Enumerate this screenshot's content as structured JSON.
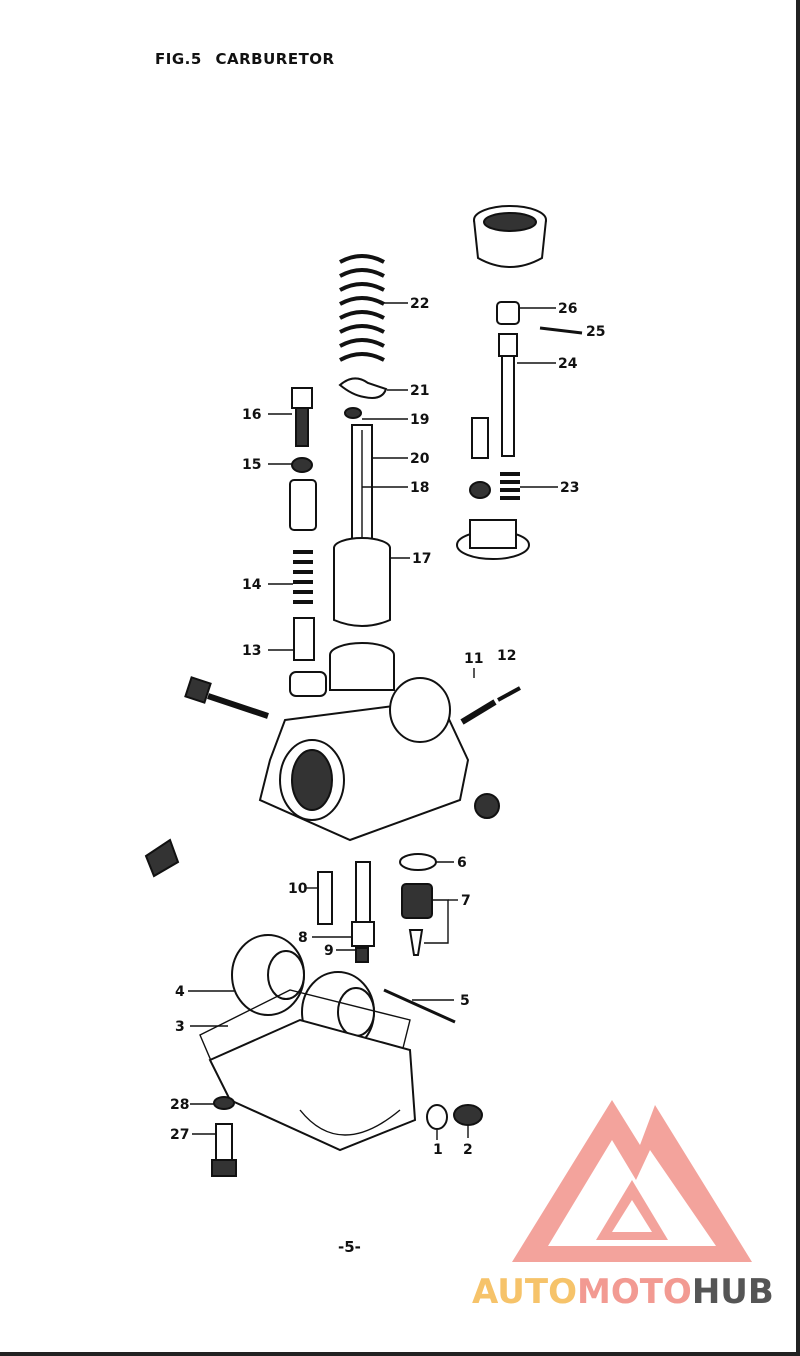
{
  "header": {
    "title": "FIG.5 CARBURETOR"
  },
  "footer": {
    "page_number": "-5-"
  },
  "callouts": [
    {
      "id": "1",
      "label": "1"
    },
    {
      "id": "2",
      "label": "2"
    },
    {
      "id": "3",
      "label": "3"
    },
    {
      "id": "4",
      "label": "4"
    },
    {
      "id": "5",
      "label": "5"
    },
    {
      "id": "6",
      "label": "6"
    },
    {
      "id": "7",
      "label": "7"
    },
    {
      "id": "8",
      "label": "8"
    },
    {
      "id": "9",
      "label": "9"
    },
    {
      "id": "10",
      "label": "10"
    },
    {
      "id": "11",
      "label": "11"
    },
    {
      "id": "12",
      "label": "12"
    },
    {
      "id": "13",
      "label": "13"
    },
    {
      "id": "14",
      "label": "14"
    },
    {
      "id": "15",
      "label": "15"
    },
    {
      "id": "16",
      "label": "16"
    },
    {
      "id": "17",
      "label": "17"
    },
    {
      "id": "18",
      "label": "18"
    },
    {
      "id": "19",
      "label": "19"
    },
    {
      "id": "20",
      "label": "20"
    },
    {
      "id": "21",
      "label": "21"
    },
    {
      "id": "22",
      "label": "22"
    },
    {
      "id": "23",
      "label": "23"
    },
    {
      "id": "24",
      "label": "24"
    },
    {
      "id": "25",
      "label": "25"
    },
    {
      "id": "26",
      "label": "26"
    },
    {
      "id": "27",
      "label": "27"
    },
    {
      "id": "28",
      "label": "28"
    }
  ],
  "watermark": {
    "text_parts": [
      "AUTO",
      "MOTO",
      "HUB"
    ],
    "colors": {
      "auto": "#f6c36a",
      "moto": "#f29a92",
      "hub": "#555555",
      "triangle": "#f29a92"
    }
  }
}
